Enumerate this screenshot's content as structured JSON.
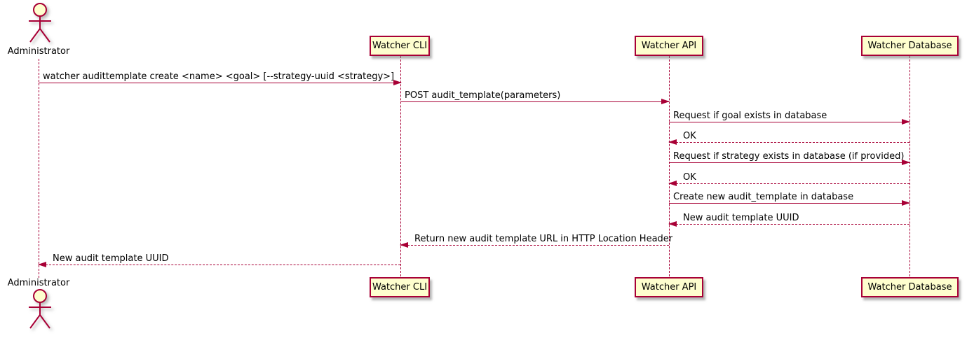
{
  "diagram": {
    "type": "sequence-diagram",
    "colors": {
      "participant_fill": "#FEFECE",
      "stroke": "#A80036",
      "text": "#000000",
      "background": "#FFFFFF"
    }
  },
  "participants": [
    {
      "id": "administrator",
      "label": "Administrator",
      "kind": "actor"
    },
    {
      "id": "watcher-cli",
      "label": "Watcher CLI",
      "kind": "participant"
    },
    {
      "id": "watcher-api",
      "label": "Watcher API",
      "kind": "participant"
    },
    {
      "id": "watcher-database",
      "label": "Watcher Database",
      "kind": "participant"
    }
  ],
  "messages": [
    {
      "from": "Administrator",
      "to": "Watcher CLI",
      "text": "watcher audittemplate create <name> <goal> [--strategy-uuid <strategy>]",
      "line": "solid",
      "direction": "right"
    },
    {
      "from": "Watcher CLI",
      "to": "Watcher API",
      "text": "POST audit_template(parameters)",
      "line": "solid",
      "direction": "right"
    },
    {
      "from": "Watcher API",
      "to": "Watcher Database",
      "text": "Request if goal exists in database",
      "line": "solid",
      "direction": "right"
    },
    {
      "from": "Watcher Database",
      "to": "Watcher API",
      "text": "OK",
      "line": "dashed",
      "direction": "left"
    },
    {
      "from": "Watcher API",
      "to": "Watcher Database",
      "text": "Request if strategy exists in database (if provided)",
      "line": "solid",
      "direction": "right"
    },
    {
      "from": "Watcher Database",
      "to": "Watcher API",
      "text": "OK",
      "line": "dashed",
      "direction": "left"
    },
    {
      "from": "Watcher API",
      "to": "Watcher Database",
      "text": "Create new audit_template in database",
      "line": "solid",
      "direction": "right"
    },
    {
      "from": "Watcher Database",
      "to": "Watcher API",
      "text": "New audit template UUID",
      "line": "dashed",
      "direction": "left"
    },
    {
      "from": "Watcher API",
      "to": "Watcher CLI",
      "text": "Return new audit template URL in HTTP Location Header",
      "line": "dashed",
      "direction": "left"
    },
    {
      "from": "Watcher CLI",
      "to": "Administrator",
      "text": "New audit template UUID",
      "line": "dashed",
      "direction": "left"
    }
  ]
}
